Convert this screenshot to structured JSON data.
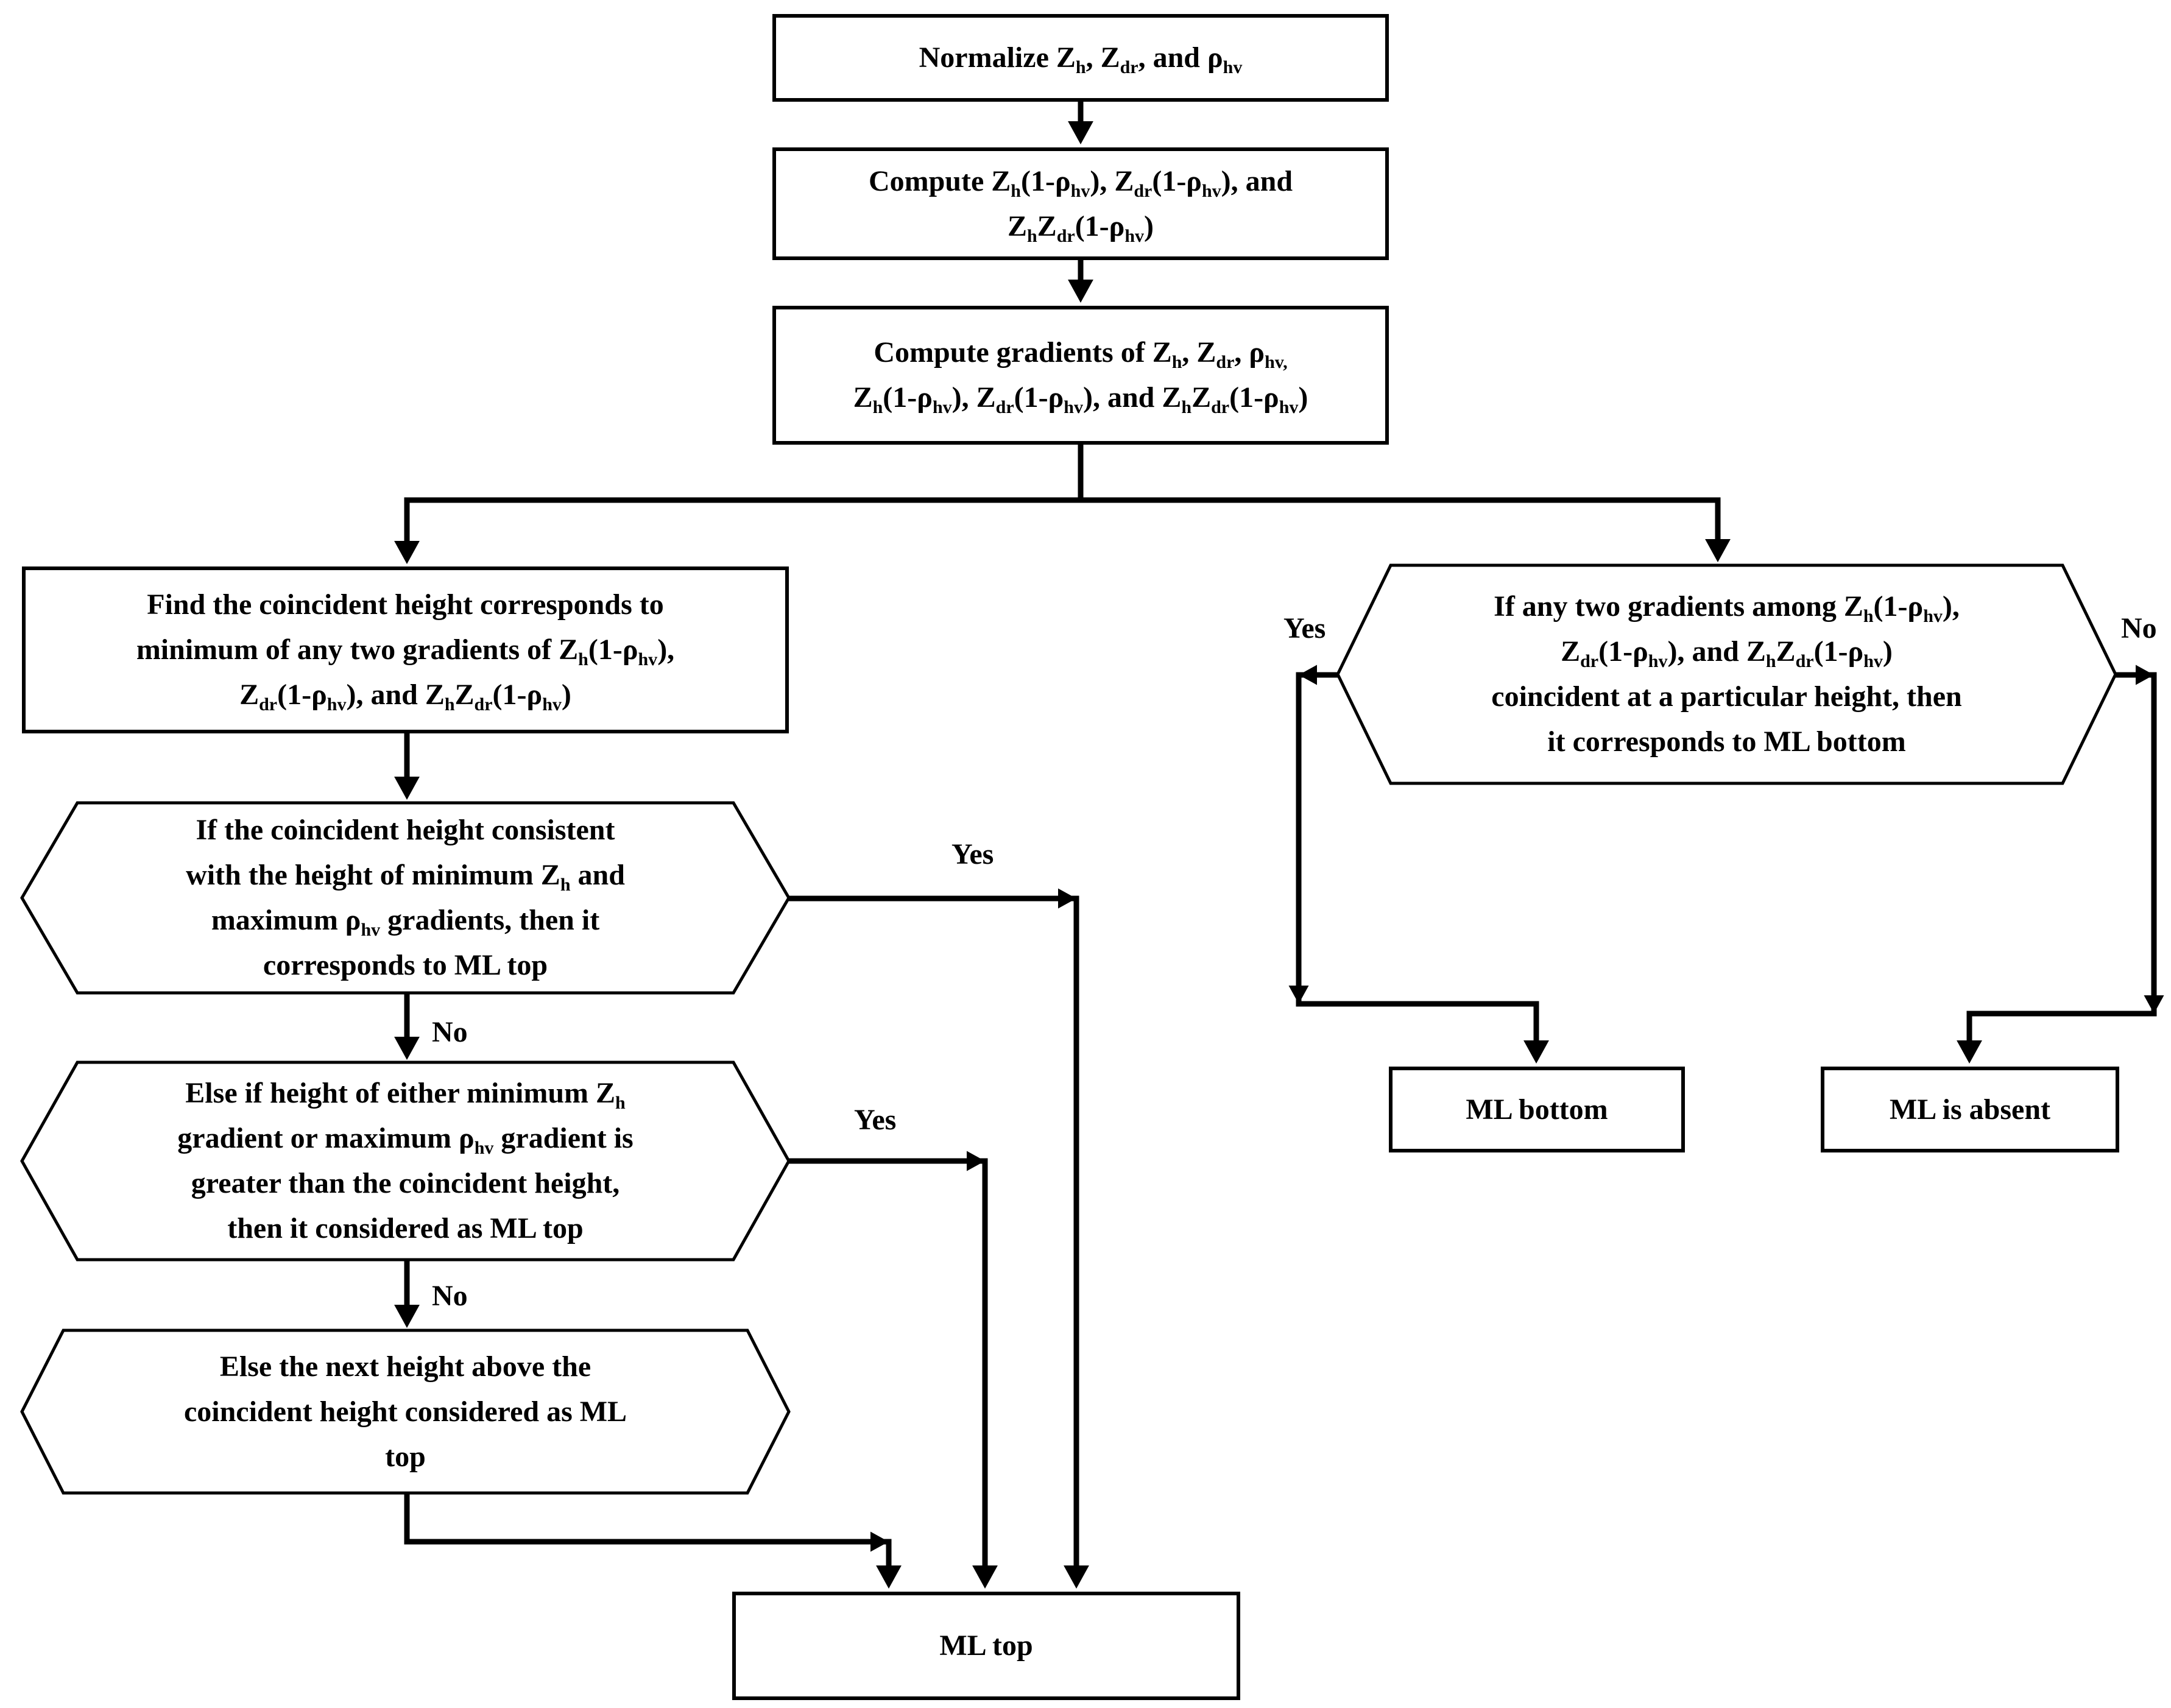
{
  "colors": {
    "stroke": "#000000",
    "fill": "#ffffff",
    "text": "#000000"
  },
  "nodes": [
    {
      "id": "normalize",
      "shape": "rect",
      "lines": [
        [
          [
            "Normalize Z"
          ],
          [
            "h",
            "sub"
          ],
          [
            ", Z"
          ],
          [
            "dr",
            "sub"
          ],
          [
            ", and ρ"
          ],
          [
            "hv",
            "sub"
          ]
        ]
      ]
    },
    {
      "id": "compute-products",
      "shape": "rect",
      "lines": [
        [
          [
            "Compute Z"
          ],
          [
            "h",
            "sub"
          ],
          [
            "(1-ρ"
          ],
          [
            "hv",
            "sub"
          ],
          [
            "), Z"
          ],
          [
            "dr",
            "sub"
          ],
          [
            "(1-ρ"
          ],
          [
            "hv",
            "sub"
          ],
          [
            "), and"
          ]
        ],
        [
          [
            "Z"
          ],
          [
            "h",
            "sub"
          ],
          [
            "Z"
          ],
          [
            "dr",
            "sub"
          ],
          [
            "(1-ρ"
          ],
          [
            "hv",
            "sub"
          ],
          [
            ")"
          ]
        ]
      ]
    },
    {
      "id": "compute-gradients",
      "shape": "rect",
      "lines": [
        [
          [
            "Compute gradients of Z"
          ],
          [
            "h",
            "sub"
          ],
          [
            ", Z"
          ],
          [
            "dr",
            "sub"
          ],
          [
            ", ρ"
          ],
          [
            "hv,",
            "sub"
          ]
        ],
        [
          [
            "Z"
          ],
          [
            "h",
            "sub"
          ],
          [
            "(1-ρ"
          ],
          [
            "hv",
            "sub"
          ],
          [
            "), Z"
          ],
          [
            "dr",
            "sub"
          ],
          [
            "(1-ρ"
          ],
          [
            "hv",
            "sub"
          ],
          [
            "), and Z"
          ],
          [
            "h",
            "sub"
          ],
          [
            "Z"
          ],
          [
            "dr",
            "sub"
          ],
          [
            "(1-ρ"
          ],
          [
            "hv",
            "sub"
          ],
          [
            ")"
          ]
        ]
      ]
    },
    {
      "id": "find-coincident",
      "shape": "rect",
      "lines": [
        [
          [
            "Find the coincident height corresponds to"
          ]
        ],
        [
          [
            "minimum of any two gradients of Z"
          ],
          [
            "h",
            "sub"
          ],
          [
            "(1-ρ"
          ],
          [
            "hv",
            "sub"
          ],
          [
            "),"
          ]
        ],
        [
          [
            "Z"
          ],
          [
            "dr",
            "sub"
          ],
          [
            "(1-ρ"
          ],
          [
            "hv",
            "sub"
          ],
          [
            "), and Z"
          ],
          [
            "h",
            "sub"
          ],
          [
            "Z"
          ],
          [
            "dr",
            "sub"
          ],
          [
            "(1-ρ"
          ],
          [
            "hv",
            "sub"
          ],
          [
            ")"
          ]
        ]
      ]
    },
    {
      "id": "check-consistent",
      "shape": "hex",
      "lines": [
        [
          [
            "If the coincident height consistent"
          ]
        ],
        [
          [
            "with the height of minimum Z"
          ],
          [
            "h",
            "sub"
          ],
          [
            " and"
          ]
        ],
        [
          [
            "maximum  ρ"
          ],
          [
            "hv",
            "sub"
          ],
          [
            " gradients, then it"
          ]
        ],
        [
          [
            "corresponds to ML top"
          ]
        ]
      ]
    },
    {
      "id": "check-greater",
      "shape": "hex",
      "lines": [
        [
          [
            "Else if height of either minimum Z"
          ],
          [
            "h",
            "sub"
          ]
        ],
        [
          [
            "gradient or maximum ρ"
          ],
          [
            "hv",
            "sub"
          ],
          [
            " gradient is"
          ]
        ],
        [
          [
            "greater than the coincident height,"
          ]
        ],
        [
          [
            "then it considered as ML top"
          ]
        ]
      ]
    },
    {
      "id": "next-height",
      "shape": "hex",
      "lines": [
        [
          [
            "Else the next height above the"
          ]
        ],
        [
          [
            "coincident height considered as ML"
          ]
        ],
        [
          [
            "top"
          ]
        ]
      ]
    },
    {
      "id": "ml-top",
      "shape": "rect",
      "lines": [
        [
          [
            "ML top"
          ]
        ]
      ]
    },
    {
      "id": "check-bottom",
      "shape": "hex",
      "lines": [
        [
          [
            "If any two gradients among Z"
          ],
          [
            "h",
            "sub"
          ],
          [
            "(1-ρ"
          ],
          [
            "hv",
            "sub"
          ],
          [
            "),"
          ]
        ],
        [
          [
            "Z"
          ],
          [
            "dr",
            "sub"
          ],
          [
            "(1-ρ"
          ],
          [
            "hv",
            "sub"
          ],
          [
            "), and Z"
          ],
          [
            "h",
            "sub"
          ],
          [
            "Z"
          ],
          [
            "dr",
            "sub"
          ],
          [
            "(1-ρ"
          ],
          [
            "hv",
            "sub"
          ],
          [
            ")"
          ]
        ],
        [
          [
            "coincident at a particular height, then"
          ]
        ],
        [
          [
            "it corresponds to ML bottom"
          ]
        ]
      ]
    },
    {
      "id": "ml-bottom",
      "shape": "rect",
      "lines": [
        [
          [
            "ML  bottom"
          ]
        ]
      ]
    },
    {
      "id": "ml-absent",
      "shape": "rect",
      "lines": [
        [
          [
            "ML  is absent"
          ]
        ]
      ]
    }
  ],
  "edges": [
    {
      "id": "normalize-to-products",
      "from": "normalize",
      "to": "compute-products",
      "label": ""
    },
    {
      "id": "products-to-gradients",
      "from": "compute-products",
      "to": "compute-gradients",
      "label": ""
    },
    {
      "id": "gradients-to-find",
      "from": "compute-gradients",
      "to": "find-coincident",
      "label": ""
    },
    {
      "id": "gradients-to-bottom-check",
      "from": "compute-gradients",
      "to": "check-bottom",
      "label": ""
    },
    {
      "id": "find-to-consistent",
      "from": "find-coincident",
      "to": "check-consistent",
      "label": ""
    },
    {
      "id": "consistent-yes",
      "from": "check-consistent",
      "to": "ml-top",
      "label": "Yes"
    },
    {
      "id": "consistent-no",
      "from": "check-consistent",
      "to": "check-greater",
      "label": "No"
    },
    {
      "id": "greater-yes",
      "from": "check-greater",
      "to": "ml-top",
      "label": "Yes"
    },
    {
      "id": "greater-no",
      "from": "check-greater",
      "to": "next-height",
      "label": "No"
    },
    {
      "id": "next-to-top",
      "from": "next-height",
      "to": "ml-top",
      "label": ""
    },
    {
      "id": "bottom-yes",
      "from": "check-bottom",
      "to": "ml-bottom",
      "label": "Yes"
    },
    {
      "id": "bottom-no",
      "from": "check-bottom",
      "to": "ml-absent",
      "label": "No"
    }
  ]
}
